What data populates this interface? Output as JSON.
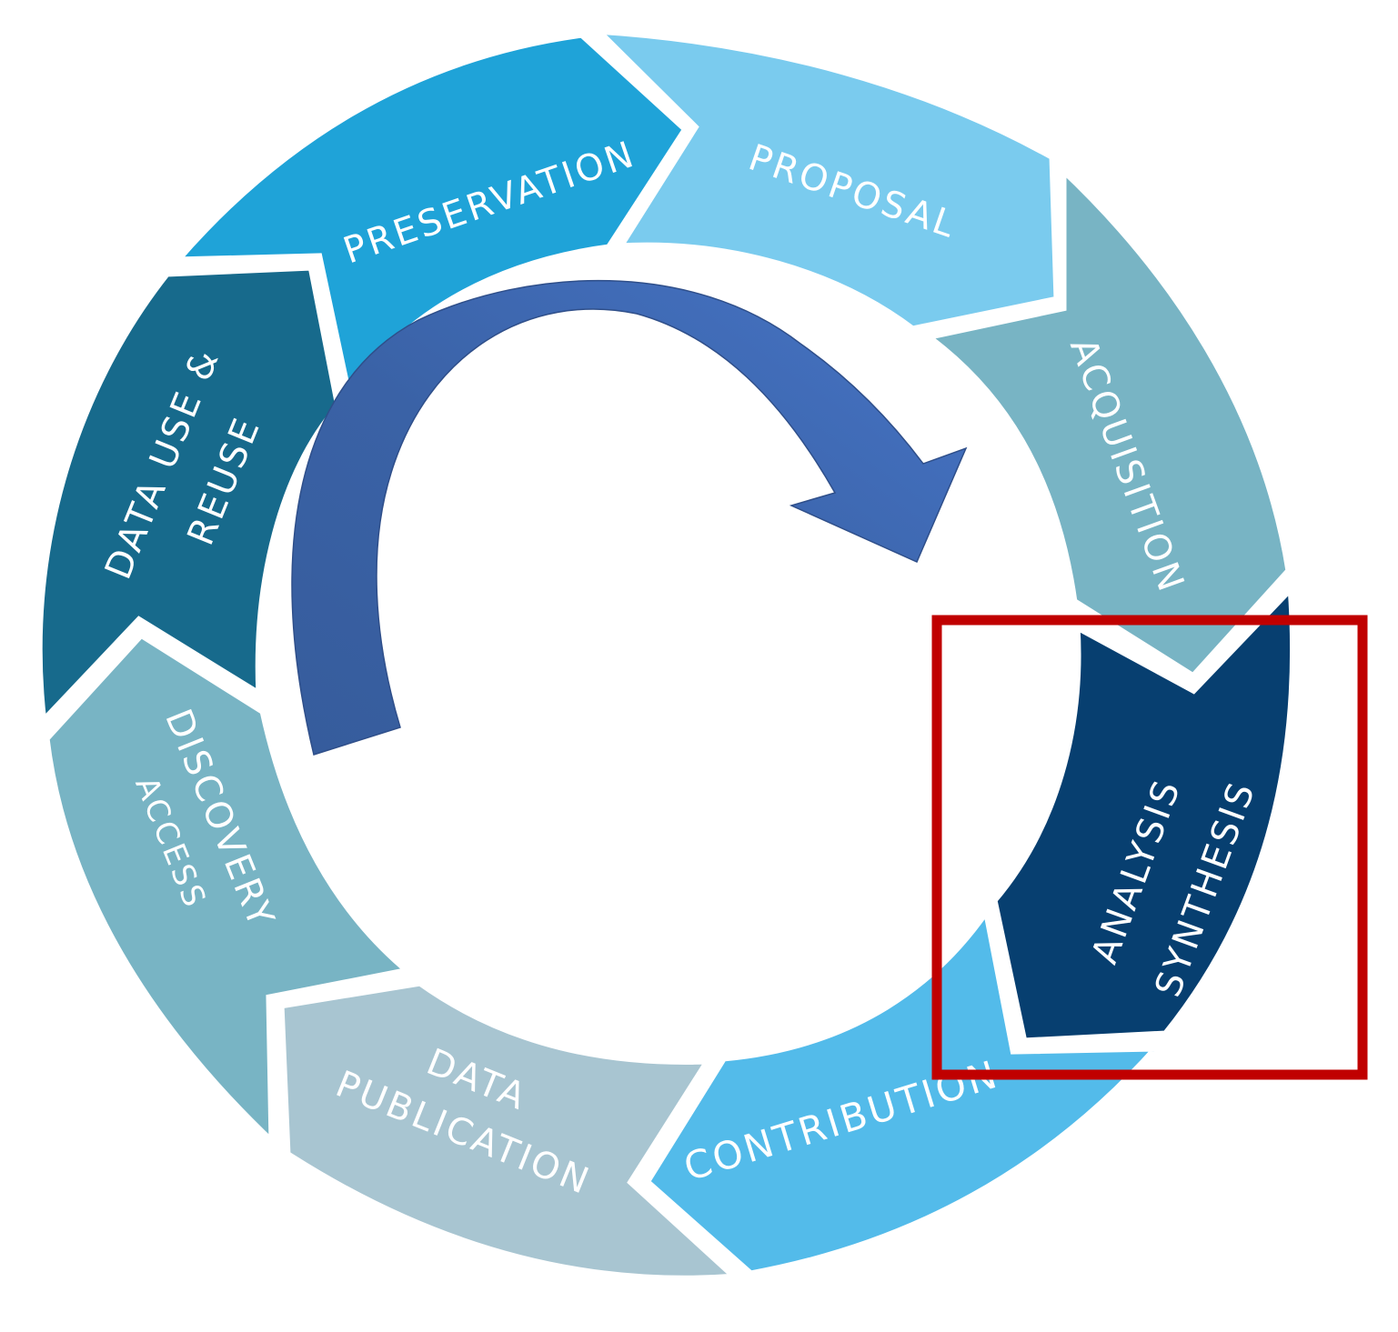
{
  "cycle": {
    "segments": [
      {
        "id": "proposal",
        "lines": [
          "PROPOSAL"
        ],
        "color": "#7ACBEE"
      },
      {
        "id": "acquisition",
        "lines": [
          "ACQUISITION"
        ],
        "color": "#78B4C4"
      },
      {
        "id": "analysis",
        "lines": [
          "ANALYSIS",
          "SYNTHESIS"
        ],
        "color": "#073F70"
      },
      {
        "id": "contribution",
        "lines": [
          "CONTRIBUTION"
        ],
        "color": "#53BBEA"
      },
      {
        "id": "publication",
        "lines": [
          "DATA",
          "PUBLICATION"
        ],
        "color": "#A8C5D1"
      },
      {
        "id": "discovery",
        "lines": [
          "DISCOVERY",
          "ACCESS"
        ],
        "color": "#78B4C4"
      },
      {
        "id": "reuse",
        "lines": [
          "DATA USE &",
          "REUSE"
        ],
        "color": "#176A8C"
      },
      {
        "id": "preservation",
        "lines": [
          "PRESERVATION"
        ],
        "color": "#1FA3D8"
      }
    ],
    "arrow_color": "#4472C4",
    "highlight_color": "#C00000"
  }
}
